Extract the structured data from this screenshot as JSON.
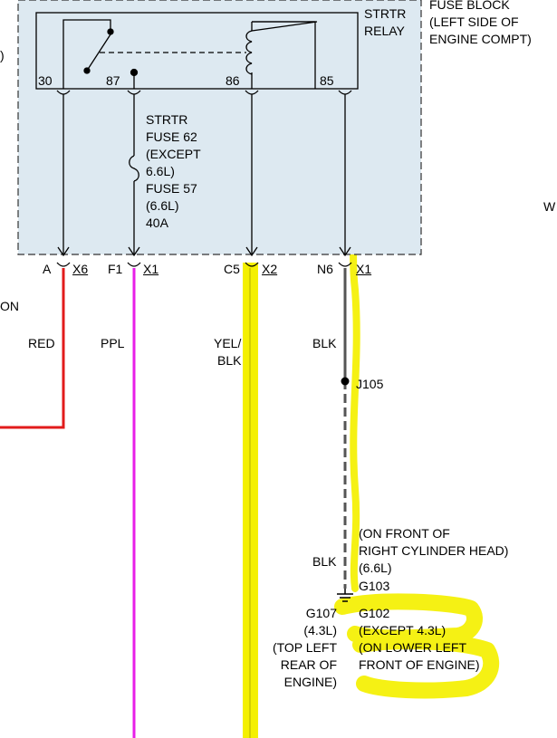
{
  "fuse_block": {
    "title_lines": [
      "FUSE BLOCK",
      "(LEFT SIDE OF",
      "ENGINE COMPT)"
    ],
    "fill_color": "#dde9f1",
    "relay": {
      "label_lines": [
        "STRTR",
        "RELAY"
      ],
      "pins": [
        "30",
        "87",
        "86",
        "85"
      ]
    },
    "fuse_label_lines": [
      "STRTR",
      "FUSE 62",
      "(EXCEPT",
      "6.6L)",
      "FUSE 57",
      "(6.6L)",
      "40A"
    ]
  },
  "connectors": [
    {
      "pin": "A",
      "conn": "X6"
    },
    {
      "pin": "F1",
      "conn": "X1"
    },
    {
      "pin": "C5",
      "conn": "X2"
    },
    {
      "pin": "N6",
      "conn": "X1"
    }
  ],
  "wires": {
    "red": {
      "label": "RED",
      "color": "#e21b1b"
    },
    "ppl": {
      "label": "PPL",
      "color": "#e81fe8"
    },
    "yel_blk": {
      "label_lines": [
        "YEL/",
        "BLK"
      ],
      "highlight_color": "#f4f000"
    },
    "blk_upper": {
      "label": "BLK",
      "color": "#555555"
    },
    "blk_lower": {
      "label": "BLK"
    }
  },
  "splice": {
    "label": "J105"
  },
  "grounds": {
    "g103_lines": [
      "(ON FRONT OF",
      "RIGHT CYLINDER HEAD)",
      "(6.6L)",
      "G103"
    ],
    "g107_lines": [
      "G107",
      "(4.3L)",
      "(TOP LEFT",
      "REAR OF",
      "ENGINE)"
    ],
    "g102_lines": [
      "G102",
      "(EXCEPT 4.3L)",
      "(ON LOWER LEFT",
      "FRONT OF ENGINE)"
    ]
  },
  "edge_fragments": {
    "top_left": ")",
    "left": "ON",
    "right": "W"
  },
  "highlight_color": "#f4f000"
}
